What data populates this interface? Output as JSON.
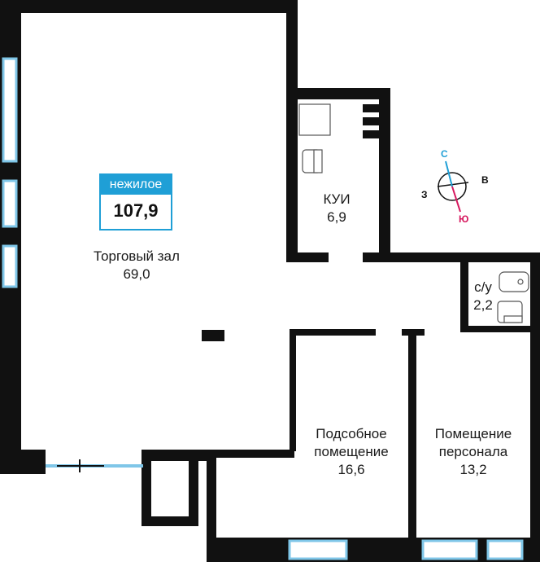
{
  "badge": {
    "title": "нежилое",
    "total_area": "107,9"
  },
  "rooms": [
    {
      "id": "trading-hall",
      "name": "Торговый зал",
      "area": "69,0"
    },
    {
      "id": "kui",
      "name": "КУИ",
      "area": "6,9"
    },
    {
      "id": "bathroom",
      "name": "с/у",
      "area": "2,2"
    },
    {
      "id": "utility",
      "name_line1": "Подсобное",
      "name_line2": "помещение",
      "area": "16,6"
    },
    {
      "id": "staff",
      "name_line1": "Помещение",
      "name_line2": "персонала",
      "area": "13,2"
    }
  ],
  "compass": {
    "north": "С",
    "east": "В",
    "south": "Ю",
    "west": "З"
  },
  "colors": {
    "wall": "#111111",
    "window": "#7fc6e8",
    "badge": "#1f9fd6",
    "north": "#1f9fd6",
    "south": "#d6185e"
  }
}
